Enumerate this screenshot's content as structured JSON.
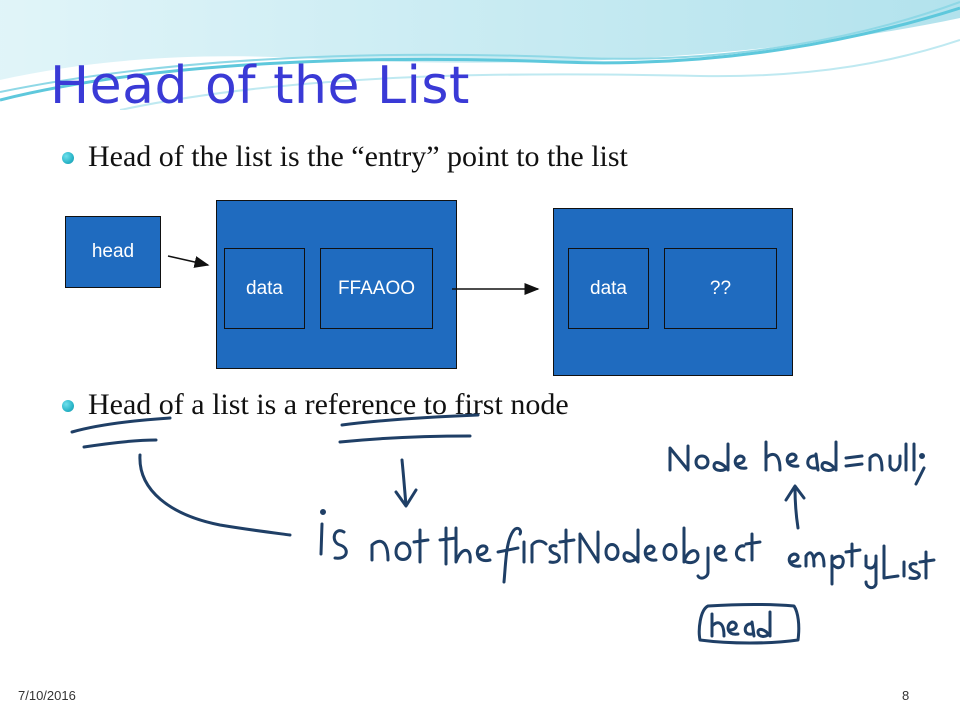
{
  "slide": {
    "title": "Head of the List",
    "bullets": [
      "Head of the list is the “entry” point to the list",
      "Head of a list is a reference to first node"
    ],
    "diagram": {
      "head_label": "head",
      "node1": {
        "data_label": "data",
        "next_label": "FFAAOO"
      },
      "node2": {
        "data_label": "data",
        "next_label": "??"
      }
    },
    "footer": {
      "date": "7/10/2016",
      "page_number": "8"
    }
  },
  "handwriting": {
    "ink_color": "#1f3f66",
    "phrases": [
      "is",
      "not the first Node object",
      "Node head = null;",
      "empty List",
      "head"
    ]
  },
  "theme": {
    "title_color": "#3a3ad6",
    "box_color": "#1f6bbf",
    "wave_color": "#5ec8dc"
  }
}
